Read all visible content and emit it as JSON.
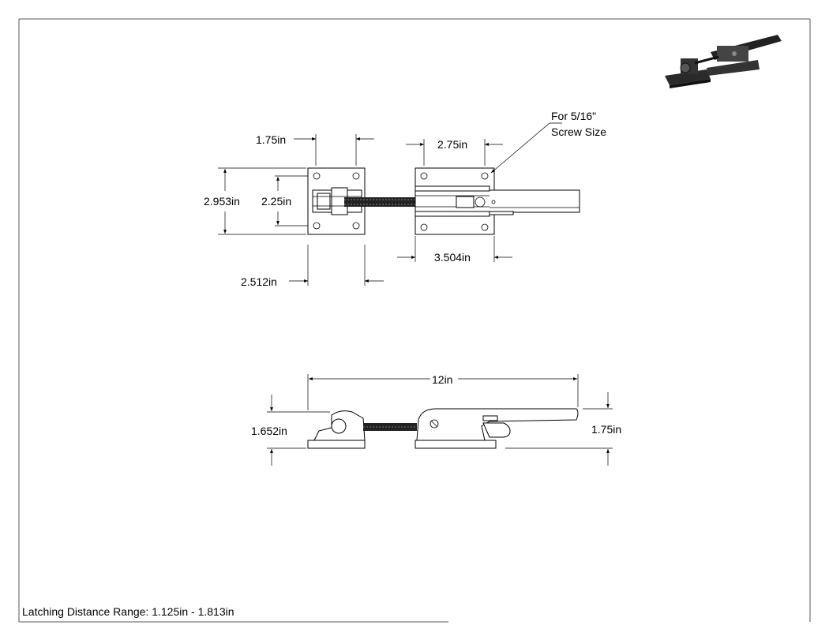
{
  "colors": {
    "ink": "#000000",
    "border": "#555555",
    "paper": "#ffffff",
    "rod": "#222222"
  },
  "top_view": {
    "dim_base_width": "1.75in",
    "dim_height_outer": "2.953in",
    "dim_height_inner": "2.25in",
    "dim_latch_width": "2.75in",
    "dim_latch_hole_span": "3.504in",
    "dim_base_overall": "2.512in",
    "note_line1": "For 5/16\"",
    "note_line2": "Screw Size"
  },
  "side_view": {
    "dim_overall_length": "12in",
    "dim_height_left": "1.652in",
    "dim_height_right": "1.75in"
  },
  "footer": {
    "latching_range": "Latching Distance Range: 1.125in - 1.813in"
  }
}
